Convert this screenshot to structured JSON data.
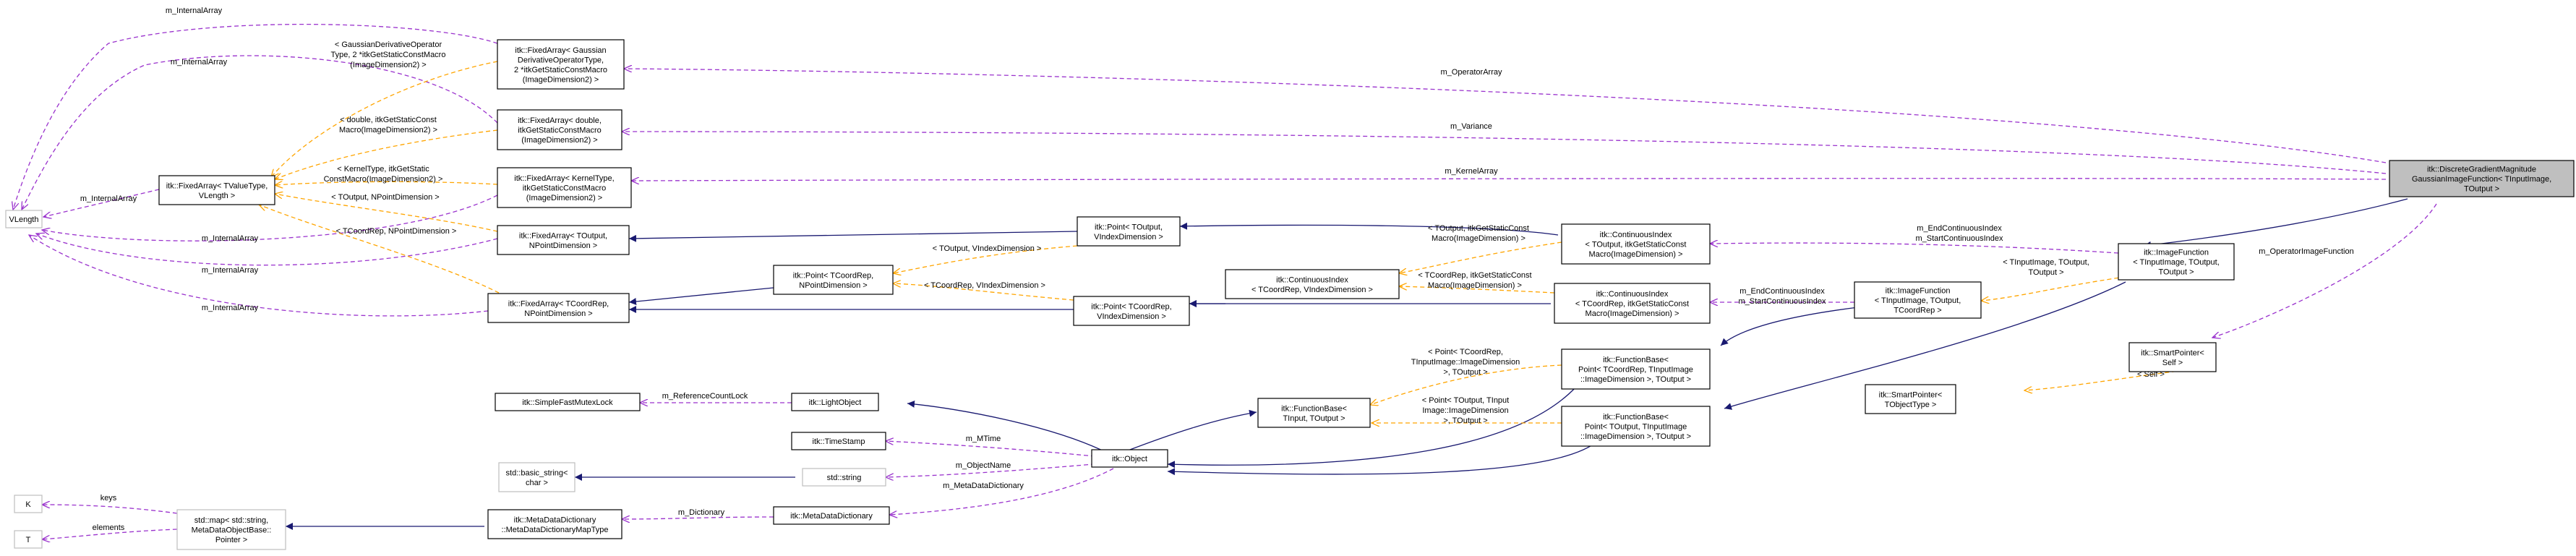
{
  "nodes": {
    "n1": {
      "lines": [
        "itk::DiscreteGradientMagnitude",
        "GaussianImageFunction< TInputImage,",
        "TOutput >"
      ]
    },
    "n2": {
      "lines": [
        "itk::ImageFunction",
        "< TInputImage, TOutput,",
        "TOutput >"
      ]
    },
    "n3": {
      "lines": [
        "itk::ImageFunction",
        "< TInputImage, TOutput,",
        "TCoordRep >"
      ]
    },
    "n4": {
      "lines": [
        "itk::FunctionBase<",
        "Point< TCoordRep, TInputImage",
        "::ImageDimension >, TOutput >"
      ]
    },
    "n5": {
      "lines": [
        "itk::FunctionBase<",
        "Point< TOutput, TInputImage",
        "::ImageDimension >, TOutput >"
      ]
    },
    "n6": {
      "lines": [
        "itk::FunctionBase<",
        "TInput, TOutput >"
      ]
    },
    "n7": {
      "lines": [
        "itk::Object"
      ]
    },
    "n8": {
      "lines": [
        "itk::LightObject"
      ]
    },
    "n9": {
      "lines": [
        "itk::SimpleFastMutexLock"
      ]
    },
    "n10": {
      "lines": [
        "itk::TimeStamp"
      ]
    },
    "n11": {
      "lines": [
        "std::string"
      ]
    },
    "n12": {
      "lines": [
        "std::basic_string<",
        "char >"
      ]
    },
    "n13": {
      "lines": [
        "itk::MetaDataDictionary"
      ]
    },
    "n14": {
      "lines": [
        "itk::MetaDataDictionary",
        "::MetaDataDictionaryMapType"
      ]
    },
    "n15": {
      "lines": [
        "std::map< std::string,",
        "MetaDataObjectBase::",
        "Pointer >"
      ]
    },
    "n16": {
      "lines": [
        "K"
      ]
    },
    "n17": {
      "lines": [
        "T"
      ]
    },
    "n18": {
      "lines": [
        "VLength"
      ]
    },
    "n19": {
      "lines": [
        "itk::FixedArray< TValueType,",
        "VLength >"
      ]
    },
    "n20": {
      "lines": [
        "itk::FixedArray< Gaussian",
        "DerivativeOperatorType,",
        "2 *itkGetStaticConstMacro",
        "(ImageDimension2) >"
      ]
    },
    "n21": {
      "lines": [
        "itk::FixedArray< double,",
        "itkGetStaticConstMacro",
        "(ImageDimension2) >"
      ]
    },
    "n22": {
      "lines": [
        "itk::FixedArray< KernelType,",
        "itkGetStaticConstMacro",
        "(ImageDimension2) >"
      ]
    },
    "n23": {
      "lines": [
        "itk::FixedArray< TOutput,",
        "NPointDimension >"
      ]
    },
    "n24": {
      "lines": [
        "itk::FixedArray< TCoordRep,",
        "NPointDimension >"
      ]
    },
    "n25": {
      "lines": [
        "itk::Point< TCoordRep,",
        "NPointDimension >"
      ]
    },
    "n26": {
      "lines": [
        "itk::Point< TOutput,",
        "VIndexDimension >"
      ]
    },
    "n27": {
      "lines": [
        "itk::Point< TCoordRep,",
        "VIndexDimension >"
      ]
    },
    "n28": {
      "lines": [
        "itk::ContinuousIndex",
        "< TCoordRep, VIndexDimension >"
      ]
    },
    "n29": {
      "lines": [
        "itk::ContinuousIndex",
        "< TOutput, itkGetStaticConst",
        "Macro(ImageDimension) >"
      ]
    },
    "n30": {
      "lines": [
        "itk::ContinuousIndex",
        "< TCoordRep, itkGetStaticConst",
        "Macro(ImageDimension) >"
      ]
    },
    "n31": {
      "lines": [
        "itk::SmartPointer<",
        "Self >"
      ]
    },
    "n32": {
      "lines": [
        "itk::SmartPointer<",
        "TObjectType >"
      ]
    }
  },
  "edge_labels": {
    "m_internal_array": "m_InternalArray",
    "m_operator_array": "m_OperatorArray",
    "m_variance": "m_Variance",
    "m_kernel_array": "m_KernelArray",
    "m_end_start_ci": [
      "m_EndContinuousIndex",
      "m_StartContinuousIndex"
    ],
    "m_operator_image_function": "m_OperatorImageFunction",
    "m_reference_count_lock": "m_ReferenceCountLock",
    "m_mtime": "m_MTime",
    "m_object_name": "m_ObjectName",
    "m_meta_data_dictionary": "m_MetaDataDictionary",
    "m_dictionary": "m_Dictionary",
    "keys": "keys",
    "elements": "elements",
    "tpl_gaussian": [
      "< GaussianDerivativeOperator",
      "Type, 2 *itkGetStaticConstMacro",
      "(ImageDimension2) >"
    ],
    "tpl_double": [
      "< double, itkGetStaticConst",
      "Macro(ImageDimension2) >"
    ],
    "tpl_kernel": [
      "< KernelType, itkGetStatic",
      "ConstMacro(ImageDimension2) >"
    ],
    "tpl_toutput_npoint": "< TOutput, NPointDimension >",
    "tpl_tcoordrep_npoint": "< TCoordRep, NPointDimension >",
    "tpl_toutput_vindex": "< TOutput, VIndexDimension >",
    "tpl_tcoordrep_vindex": "< TCoordRep, VIndexDimension >",
    "tpl_toutput_itk": [
      "< TOutput, itkGetStaticConst",
      "Macro(ImageDimension) >"
    ],
    "tpl_tcoordrep_itk": [
      "< TCoordRep, itkGetStaticConst",
      "Macro(ImageDimension) >"
    ],
    "tpl_imagefunction": [
      "< TInputImage, TOutput,",
      "TOutput >"
    ],
    "tpl_point_tcoordrep": [
      "< Point< TCoordRep,",
      "TInputImage::ImageDimension",
      ">, TOutput >"
    ],
    "tpl_point_toutput": [
      "< Point< TOutput, TInput",
      "Image::ImageDimension",
      ">, TOutput >"
    ],
    "tpl_self": "< Self >"
  },
  "colors": {
    "inheritance": "#191970",
    "usage": "#9a32cd",
    "template": "#ffa500",
    "node_border": "#000000",
    "gray_border": "#bfbfbf",
    "highlight_fill": "#bfbfbf"
  }
}
